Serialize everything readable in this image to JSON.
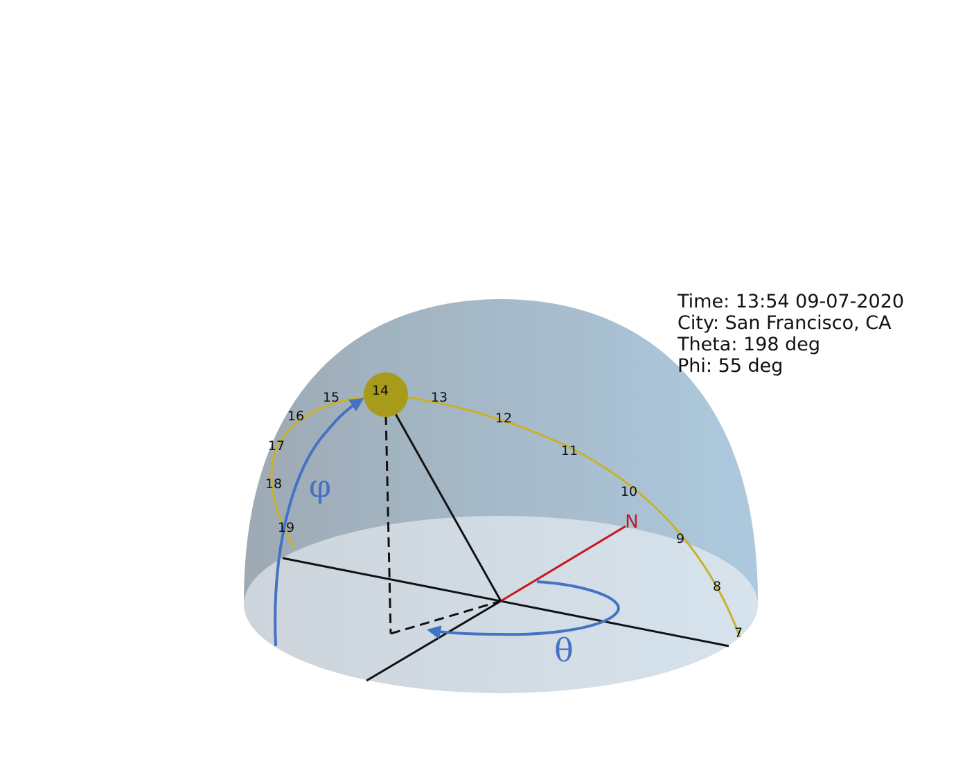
{
  "info": {
    "time": "Time: 13:54 09-07-2020",
    "city": "City: San Francisco, CA",
    "theta": "Theta: 198 deg",
    "phi": "Phi: 55 deg"
  },
  "labels": {
    "north": "N",
    "theta_symbol": "θ",
    "phi_symbol": "φ",
    "sun_hour": "14"
  },
  "sun_path_hours": [
    "7",
    "8",
    "9",
    "10",
    "11",
    "12",
    "13",
    "15",
    "16",
    "17",
    "18",
    "19"
  ],
  "colors": {
    "dome": "#a9bccb",
    "ground": "#d8e2ea",
    "sun": "#a89a1a",
    "sun_path": "#c7b22a",
    "angle_arcs": "#4472c4",
    "north_axis": "#c8161e",
    "axes": "#111111"
  }
}
